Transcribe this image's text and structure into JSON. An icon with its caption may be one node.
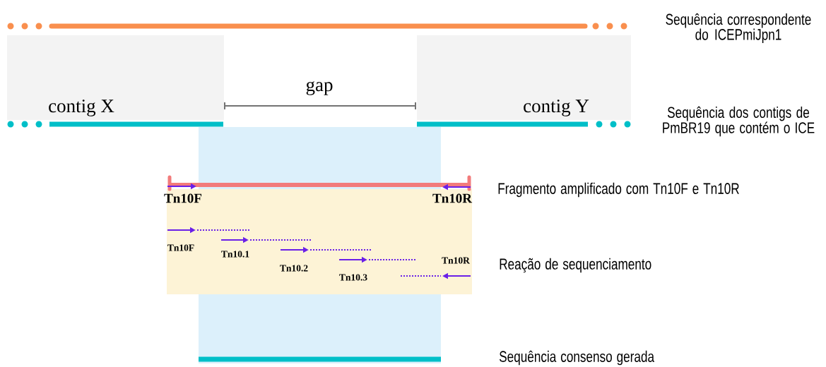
{
  "diagram": {
    "nodes": [
      {
        "text": [
          "Tn10F",
          "Tn10R",
          "Tn10F",
          "Tn10.1",
          "Tn10.2",
          "Tn10.3",
          "Tn10R"
        ]
      }
    ],
    "labels": [
      "Sequência correspondente do ICEPmiJpn1",
      "gap",
      "contig X",
      "contig Y",
      "Sequência dos contigs de PmBR19 que contém o ICE",
      "Fragmento amplificado com Tn10F e Tn10R",
      "Reação de sequenciamento",
      "Sequência consenso gerada"
    ]
  }
}
